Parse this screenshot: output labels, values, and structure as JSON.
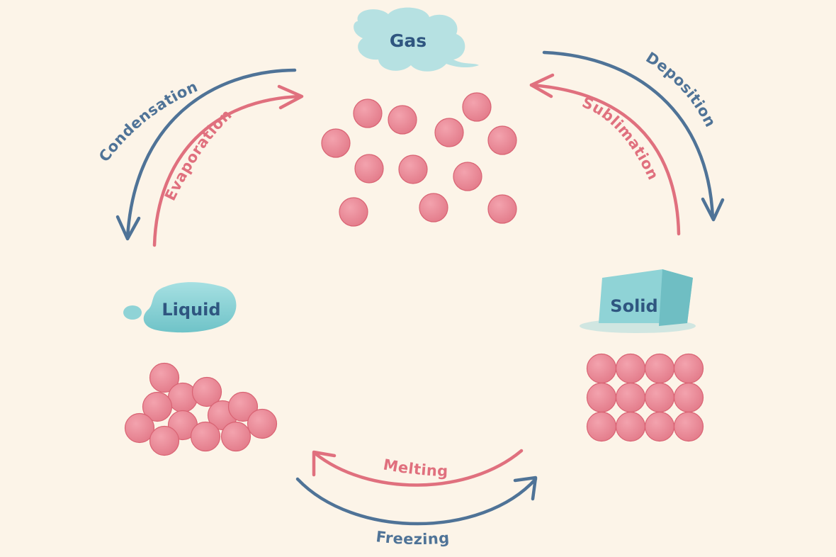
{
  "states": {
    "gas": "Gas",
    "liquid": "Liquid",
    "solid": "Solid"
  },
  "transitions": {
    "condensation": "Condensation",
    "evaporation": "Evaporation",
    "deposition": "Deposition",
    "sublimation": "Sublimation",
    "melting": "Melting",
    "freezing": "Freezing"
  },
  "colors": {
    "background": "#fcf4e8",
    "particle": "#e8808f",
    "particle_edge": "#d96373",
    "blue_arrow": "#4f7397",
    "red_arrow": "#e0707e",
    "blob": "#8fd3d6",
    "label_text": "#2f5680"
  }
}
